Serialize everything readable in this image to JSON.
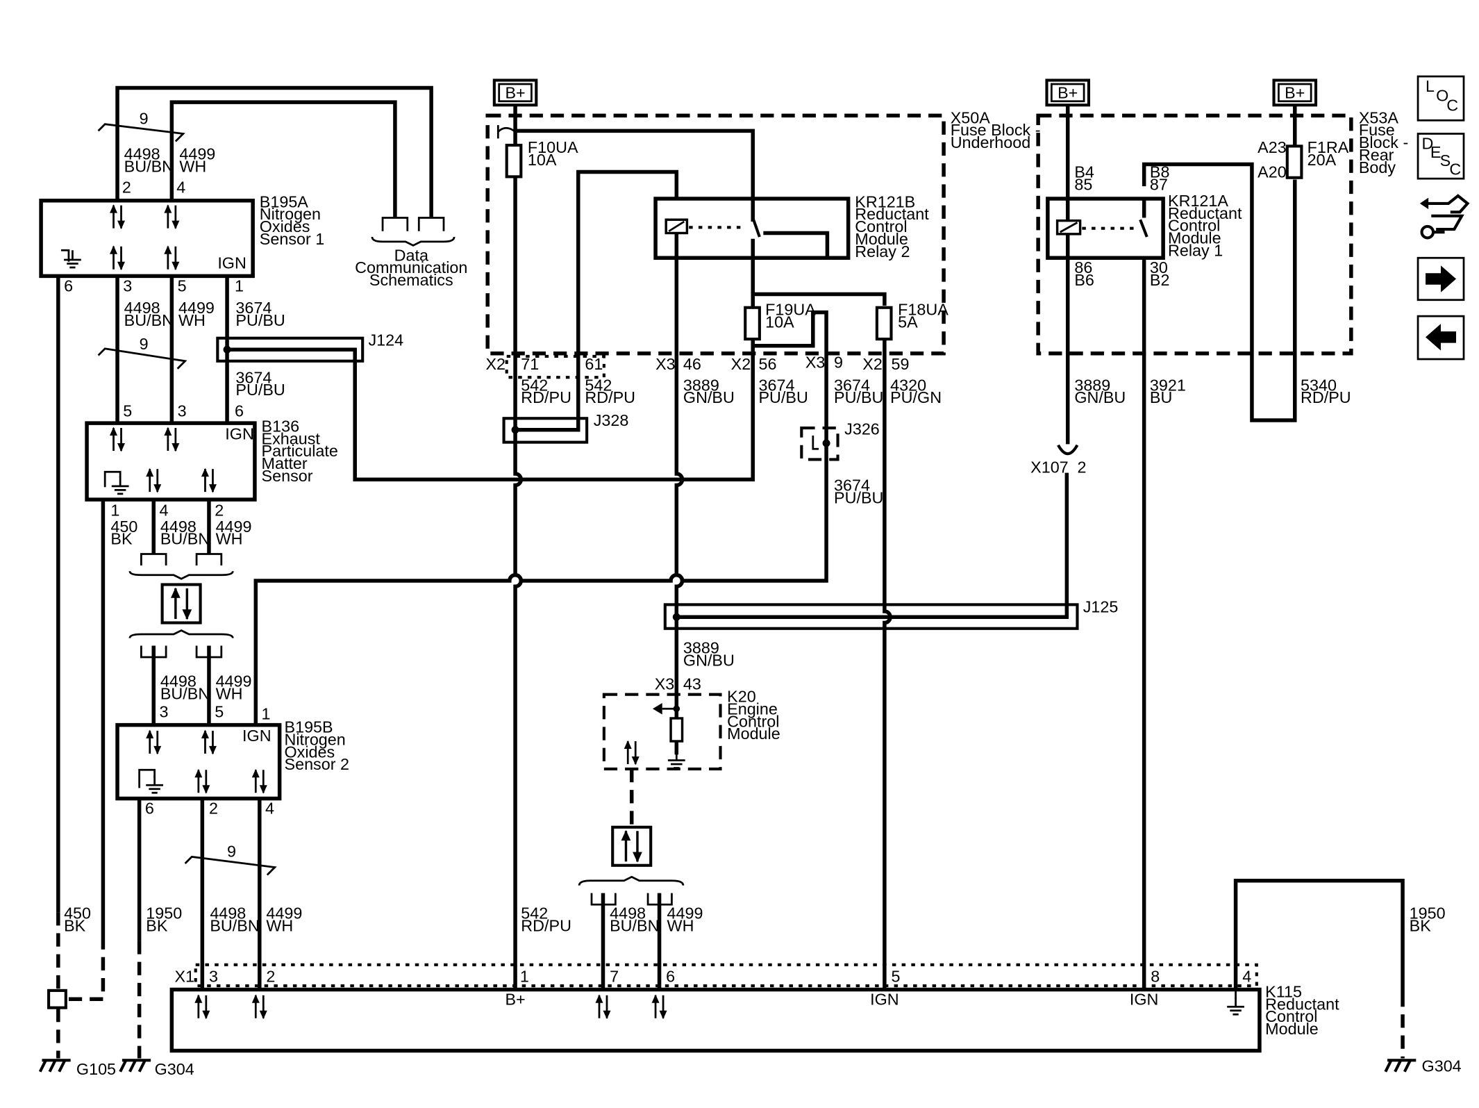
{
  "modules": {
    "b195a": {
      "l1": "B195A",
      "l2": "Nitrogen",
      "l3": "Oxides",
      "l4": "Sensor 1",
      "ign": "IGN",
      "p2": "2",
      "p4": "4",
      "p6": "6",
      "p3": "3",
      "p5": "5",
      "p1": "1"
    },
    "b136": {
      "l1": "B136",
      "l2": "Exhaust",
      "l3": "Particulate",
      "l4": "Matter",
      "l5": "Sensor",
      "ign": "IGN",
      "p5": "5",
      "p3": "3",
      "p6": "6",
      "p1": "1",
      "p4": "4",
      "p2": "2"
    },
    "b195b": {
      "l1": "B195B",
      "l2": "Nitrogen",
      "l3": "Oxides",
      "l4": "Sensor 2",
      "ign": "IGN",
      "p3": "3",
      "p5": "5",
      "p1": "1",
      "p6": "6",
      "p2": "2",
      "p4": "4"
    },
    "x50a": {
      "l1": "X50A",
      "l2": "Fuse Block -",
      "l3": "Underhood"
    },
    "x53a": {
      "l1": "X53A",
      "l2": "Fuse",
      "l3": "Block -",
      "l4": "Rear",
      "l5": "Body"
    },
    "kr121b": {
      "l1": "KR121B",
      "l2": "Reductant",
      "l3": "Control",
      "l4": "Module",
      "l5": "Relay 2"
    },
    "kr121a": {
      "l1": "KR121A",
      "l2": "Reductant",
      "l3": "Control",
      "l4": "Module",
      "l5": "Relay 1",
      "p85a": "B4",
      "p85b": "85",
      "p87a": "B8",
      "p87b": "87",
      "p86a": "86",
      "p86b": "B6",
      "p30a": "30",
      "p30b": "B2"
    },
    "k20": {
      "l1": "K20",
      "l2": "Engine",
      "l3": "Control",
      "l4": "Module",
      "conn": "X3",
      "pin": "43"
    },
    "k115": {
      "l1": "K115",
      "l2": "Reductant",
      "l3": "Control",
      "l4": "Module",
      "conn": "X1",
      "p3": "3",
      "p2": "2",
      "p1": "1",
      "p7": "7",
      "p6": "6",
      "p5": "5",
      "p8": "8",
      "p4": "4",
      "bplus": "B+",
      "ign1": "IGN",
      "ign2": "IGN"
    }
  },
  "fuses": {
    "f10ua": {
      "name": "F10UA",
      "rating": "10A"
    },
    "f19ua": {
      "name": "F19UA",
      "rating": "10A"
    },
    "f18ua": {
      "name": "F18UA",
      "rating": "5A"
    },
    "f1ra": {
      "name": "F1RA",
      "rating": "20A",
      "pin_a23": "A23",
      "pin_a20": "A20"
    }
  },
  "power": {
    "bplus": "B+"
  },
  "connectors": {
    "x2a": "X2",
    "x2a_p71": "71",
    "x2a_p61": "61",
    "x3a": "X3",
    "x3a_p46": "46",
    "x2b": "X2",
    "x2b_p56": "56",
    "x3b": "X3",
    "x3b_p9": "9",
    "x2c": "X2",
    "x2c_p59": "59",
    "x107": "X107",
    "x107_p2": "2"
  },
  "splices": {
    "j124": "J124",
    "j328": "J328",
    "j326": "J326",
    "j125": "J125"
  },
  "twists": {
    "t1": "9",
    "t2": "9",
    "t3": "9"
  },
  "data_comm": {
    "l1": "Data",
    "l2": "Communication",
    "l3": "Schematics"
  },
  "grounds": {
    "g105": "G105",
    "g304a": "G304",
    "g304b": "G304"
  },
  "wires": {
    "w4498_top": {
      "num": "4498",
      "color": "BU/BN"
    },
    "w4499_top": {
      "num": "4499",
      "color": "WH"
    },
    "w4498_mid": {
      "num": "4498",
      "color": "BU/BN"
    },
    "w4499_mid": {
      "num": "4499",
      "color": "WH"
    },
    "w3674_a": {
      "num": "3674",
      "color": "PU/BU"
    },
    "w3674_b": {
      "num": "3674",
      "color": "PU/BU"
    },
    "w450_a": {
      "num": "450",
      "color": "BK"
    },
    "w4498_b136": {
      "num": "4498",
      "color": "BU/BN"
    },
    "w4499_b136": {
      "num": "4499",
      "color": "WH"
    },
    "w4498_b195b": {
      "num": "4498",
      "color": "BU/BN"
    },
    "w4499_b195b": {
      "num": "4499",
      "color": "WH"
    },
    "w542_a": {
      "num": "542",
      "color": "RD/PU"
    },
    "w542_b": {
      "num": "542",
      "color": "RD/PU"
    },
    "w3889_a": {
      "num": "3889",
      "color": "GN/BU"
    },
    "w3674_c": {
      "num": "3674",
      "color": "PU/BU"
    },
    "w3674_d": {
      "num": "3674",
      "color": "PU/BU"
    },
    "w4320": {
      "num": "4320",
      "color": "PU/GN"
    },
    "w3674_e": {
      "num": "3674",
      "color": "PU/BU"
    },
    "w3889_b": {
      "num": "3889",
      "color": "GN/BU"
    },
    "w3921": {
      "num": "3921",
      "color": "BU"
    },
    "w5340": {
      "num": "5340",
      "color": "RD/PU"
    },
    "w3889_c": {
      "num": "3889",
      "color": "GN/BU"
    },
    "w450_b": {
      "num": "450",
      "color": "BK"
    },
    "w1950_a": {
      "num": "1950",
      "color": "BK"
    },
    "w4498_bot": {
      "num": "4498",
      "color": "BU/BN"
    },
    "w4499_bot": {
      "num": "4499",
      "color": "WH"
    },
    "w542_c": {
      "num": "542",
      "color": "RD/PU"
    },
    "w4498_k20": {
      "num": "4498",
      "color": "BU/BN"
    },
    "w4499_k20": {
      "num": "4499",
      "color": "WH"
    },
    "w1950_b": {
      "num": "1950",
      "color": "BK"
    }
  },
  "nav": {
    "loc": [
      "L",
      "O",
      "C"
    ],
    "desc": [
      "D",
      "E",
      "S",
      "C"
    ]
  }
}
